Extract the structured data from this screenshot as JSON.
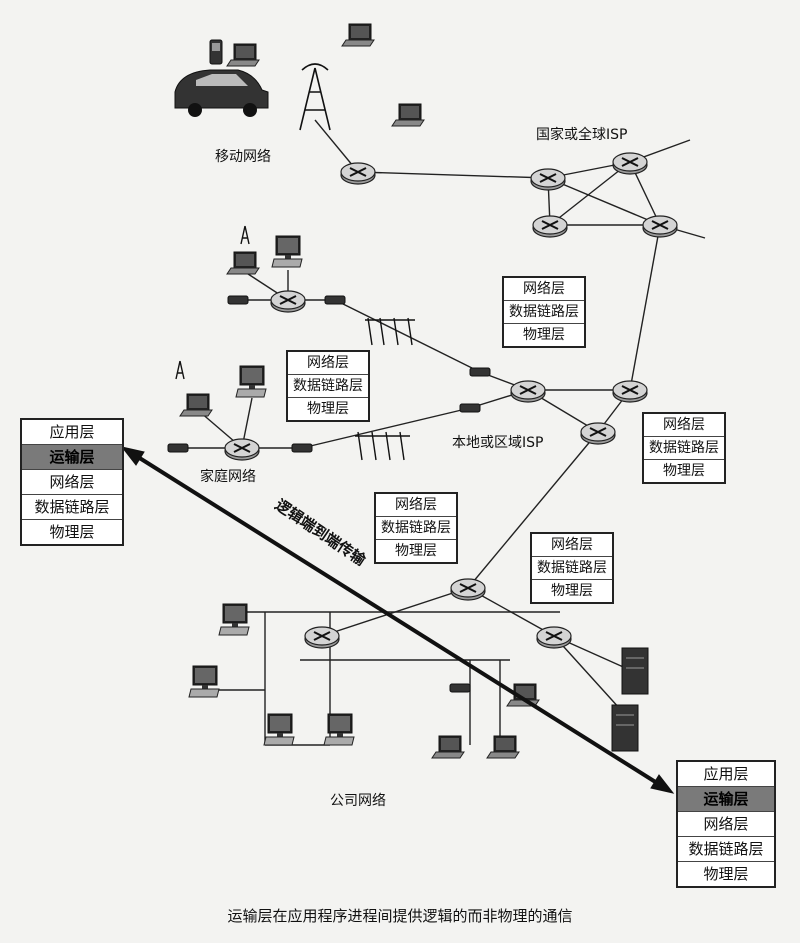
{
  "labels": {
    "mobile_network": "移动网络",
    "national_isp": "国家或全球ISP",
    "home_network": "家庭网络",
    "local_isp": "本地或区域ISP",
    "corporate_network": "公司网络",
    "logical_transport": "逻辑端到端传输"
  },
  "stacks": {
    "left_host": [
      "应用层",
      "运输层",
      "网络层",
      "数据链路层",
      "物理层"
    ],
    "right_host": [
      "应用层",
      "运输层",
      "网络层",
      "数据链路层",
      "物理层"
    ],
    "router": [
      "网络层",
      "数据链路层",
      "物理层"
    ]
  },
  "caption": "运输层在应用程序进程间提供逻辑的而非物理的通信",
  "colors": {
    "highlight": "#7a7a7a",
    "router_fill": "#cfcfcf",
    "line": "#222222"
  },
  "icons": [
    "router-icon",
    "laptop-icon",
    "desktop-icon",
    "server-icon",
    "car-icon",
    "antenna-icon",
    "phone-icon",
    "modem-icon"
  ]
}
